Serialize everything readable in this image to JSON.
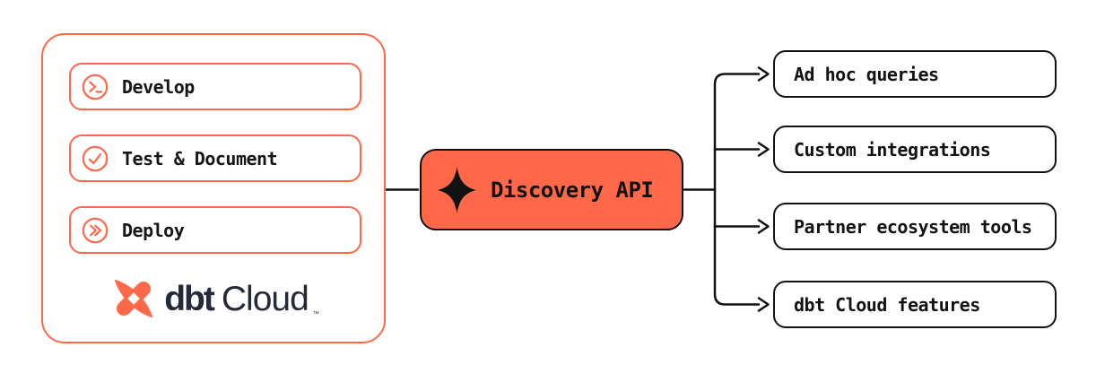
{
  "colors": {
    "accent_orange": "#FF694A",
    "line_black": "#121212",
    "logo_navy": "#262A38",
    "background": "#FFFFFF"
  },
  "dbt_cloud_panel": {
    "items": [
      {
        "label": "Develop",
        "icon": "terminal-prompt-icon"
      },
      {
        "label": "Test & Document",
        "icon": "check-circle-icon"
      },
      {
        "label": "Deploy",
        "icon": "double-chevron-circle-icon"
      }
    ],
    "logo": {
      "brand": "dbt",
      "product": "Cloud",
      "trademark": "™",
      "mark": "dbt-logo-mark"
    }
  },
  "api_node": {
    "label": "Discovery API",
    "icon": "sparkle-icon"
  },
  "consumers": [
    {
      "label": "Ad hoc queries"
    },
    {
      "label": "Custom integrations"
    },
    {
      "label": "Partner ecosystem tools"
    },
    {
      "label": "dbt Cloud features"
    }
  ]
}
